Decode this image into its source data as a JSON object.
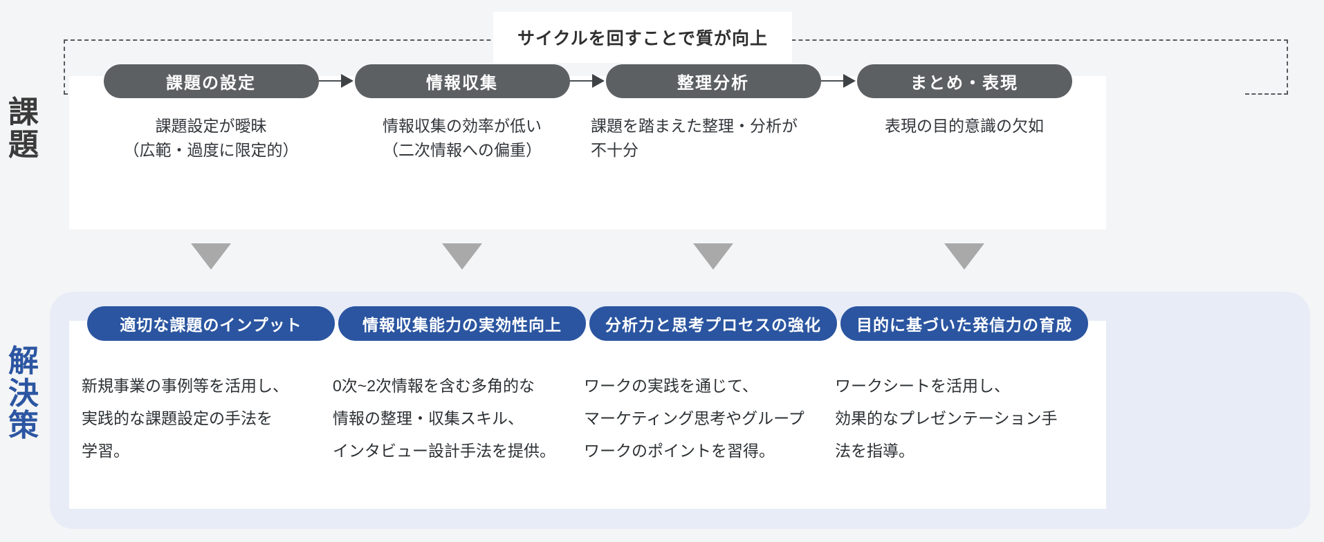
{
  "row_labels": {
    "issue": "課題",
    "solution": "解決策"
  },
  "cycle": {
    "caption": "サイクルを回すことで質が向上"
  },
  "colors": {
    "background": "#f4f5f6",
    "stage_pill": "#5d6063",
    "solution_pill": "#2b55a0",
    "solution_panel": "#e7ecf7",
    "card": "#ffffff",
    "triangle": "#a9a9a9",
    "issue_label": "#3b3b3b",
    "solution_label": "#2c56a2",
    "dashed_line": "#555a5e"
  },
  "stages": [
    {
      "pill_label": "課題の設定",
      "issue_text": "課題設定が曖昧\n（広範・過度に限定的）",
      "issue_align": "center",
      "solution_pill_label": "適切な課題のインプット",
      "solution_text": "新規事業の事例等を活用し、\n実践的な課題設定の手法を\n学習。"
    },
    {
      "pill_label": "情報収集",
      "issue_text": "情報収集の効率が低い\n（二次情報への偏重）",
      "issue_align": "center",
      "solution_pill_label": "情報収集能力の実効性向上",
      "solution_text": "0次~2次情報を含む多角的な\n情報の整理・収集スキル、\nインタビュー設計手法を提供。"
    },
    {
      "pill_label": "整理分析",
      "issue_text": "課題を踏まえた整理・分析が\n不十分",
      "issue_align": "left",
      "solution_pill_label": "分析力と思考プロセスの強化",
      "solution_text": "ワークの実践を通じて、\nマーケティング思考やグループ\nワークのポイントを習得。"
    },
    {
      "pill_label": "まとめ・表現",
      "issue_text": "表現の目的意識の欠如",
      "issue_align": "center",
      "solution_pill_label": "目的に基づいた発信力の育成",
      "solution_text": "ワークシートを活用し、\n効果的なプレゼンテーション手\n法を指導。"
    }
  ]
}
